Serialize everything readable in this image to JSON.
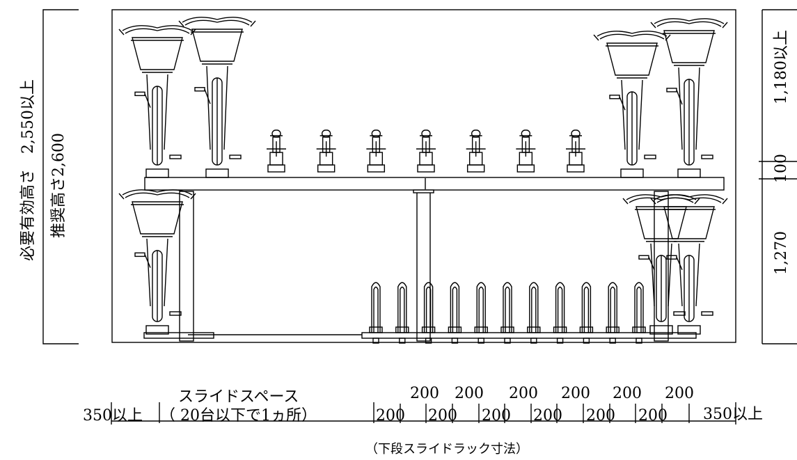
{
  "labels": {
    "required_height": "必要有効高さ　2,550以上",
    "recommended_height": "推奨高さ2,600",
    "upper_clearance": "1,180以上",
    "beam": "100",
    "lower_height": "1,270",
    "slide_space_title": "スライドスペース",
    "slide_space_note": "（ 20台以下で1ヵ所）",
    "left_margin": "350以上",
    "right_margin": "350以上",
    "pitch_top": [
      "200",
      "200",
      "200",
      "200",
      "200",
      "200"
    ],
    "pitch_bottom": [
      "200",
      "200",
      "200",
      "200",
      "200",
      "200"
    ],
    "caption": "（下段スライドラック寸法）"
  },
  "diagram": {
    "upper_bicycles": 4,
    "upper_empty_racks": 7,
    "lower_bicycles": 3,
    "lower_empty_racks": 11
  }
}
